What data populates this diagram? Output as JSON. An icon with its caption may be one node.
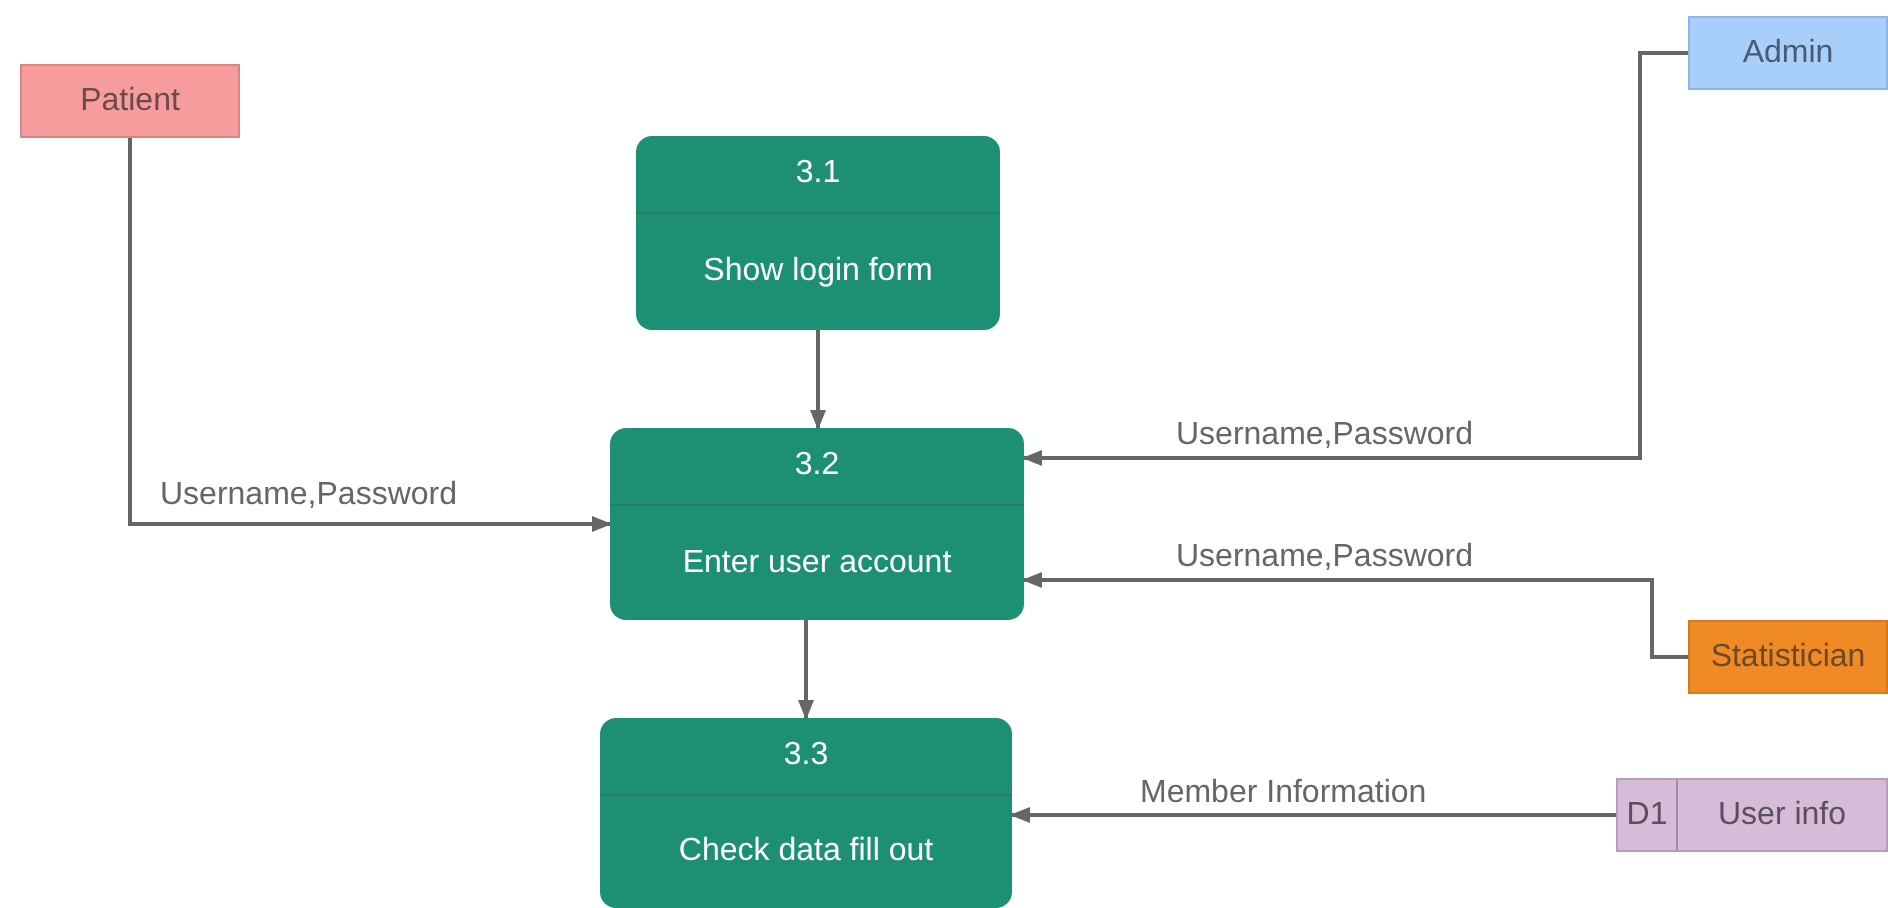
{
  "diagram": {
    "nodes": [
      {
        "text": [
          "Patient"
        ]
      },
      {
        "text": [
          "Admin"
        ]
      },
      {
        "text": [
          "3.1",
          "Show login form"
        ]
      },
      {
        "text": [
          "3.2",
          "Enter user account"
        ]
      },
      {
        "text": [
          "Statistician"
        ]
      },
      {
        "text": [
          "3.3",
          "Check data fill out"
        ]
      },
      {
        "text": [
          "D1",
          "User info"
        ]
      }
    ],
    "edges": [
      {
        "from": 0,
        "to": 3,
        "arrow": "to",
        "label": "Username,Password"
      },
      {
        "from": 2,
        "to": 3,
        "arrow": "to"
      },
      {
        "from": 1,
        "to": 3,
        "arrow": "to",
        "label": "Username,Password"
      },
      {
        "from": 4,
        "to": 3,
        "arrow": "to",
        "label": "Username,Password"
      },
      {
        "from": 3,
        "to": 5,
        "arrow": "to"
      },
      {
        "from": 6,
        "to": 5,
        "arrow": "to",
        "label": "Member Information"
      }
    ]
  }
}
